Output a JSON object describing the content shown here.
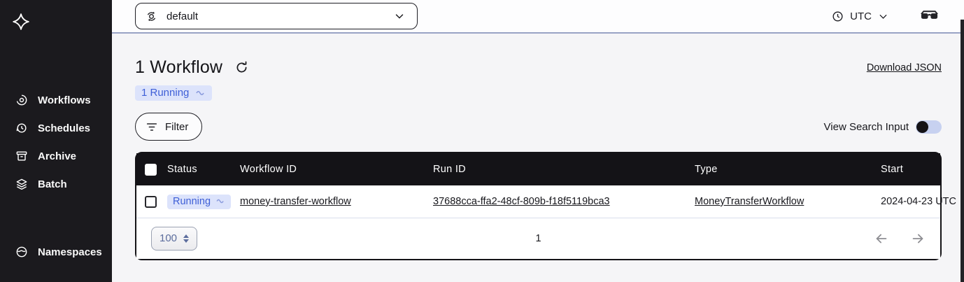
{
  "sidebar": {
    "items": [
      {
        "label": "Workflows",
        "icon": "workflows-icon"
      },
      {
        "label": "Schedules",
        "icon": "schedules-icon"
      },
      {
        "label": "Archive",
        "icon": "archive-icon"
      },
      {
        "label": "Batch",
        "icon": "batch-icon"
      }
    ],
    "bottom_items": [
      {
        "label": "Namespaces",
        "icon": "namespaces-icon"
      }
    ]
  },
  "topbar": {
    "namespace_select": {
      "value": "default"
    },
    "timezone_label": "UTC"
  },
  "main": {
    "title": "1 Workflow",
    "download_link_label": "Download JSON",
    "running_summary": "1 Running",
    "filter_label": "Filter",
    "search_toggle_label": "View Search Input",
    "table": {
      "columns": [
        "Status",
        "Workflow ID",
        "Run ID",
        "Type",
        "Start"
      ],
      "rows": [
        {
          "status": "Running",
          "workflow_id": "money-transfer-workflow",
          "run_id": "37688cca-ffa2-48cf-809b-f18f5119bca3",
          "type": "MoneyTransferWorkflow",
          "start": "2024-04-23 UTC"
        }
      ],
      "pagination": {
        "page_size": "100",
        "current_page": "1"
      }
    }
  },
  "colors": {
    "sidebar_bg": "#1b1a1e",
    "table_header_bg": "#141317",
    "running_badge_bg": "#dce3fb",
    "running_badge_text": "#3e5fd7",
    "topbar_border": "#99a3c5",
    "page_bg": "#f5f5f7"
  }
}
